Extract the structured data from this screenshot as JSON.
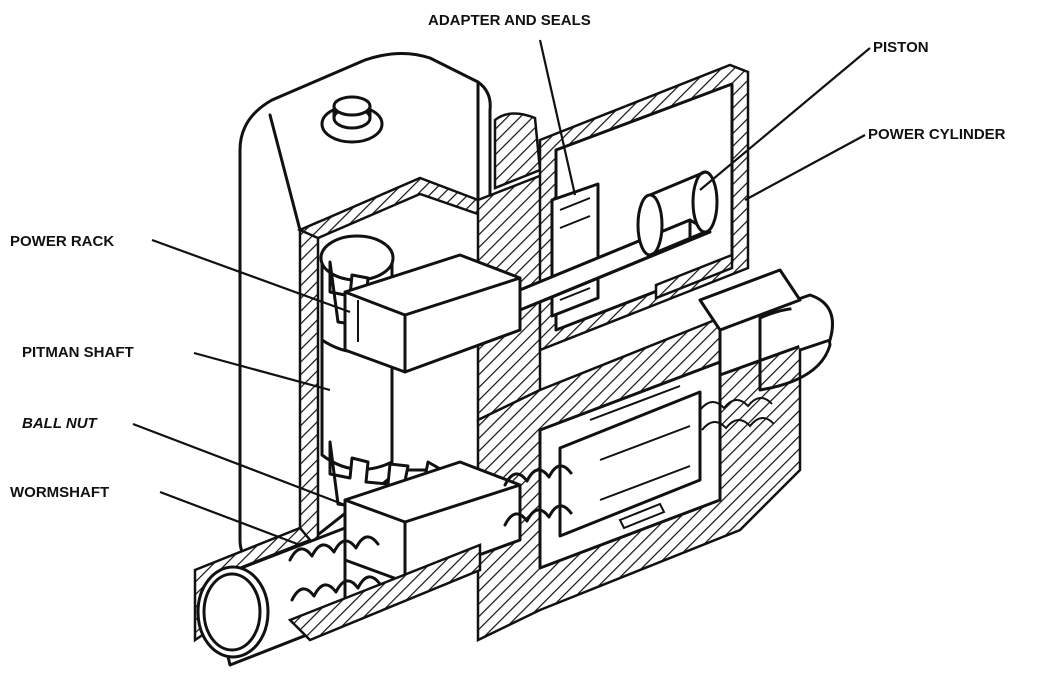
{
  "diagram": {
    "labels": {
      "adapter_and_seals": "ADAPTER AND SEALS",
      "piston": "PISTON",
      "power_cylinder": "POWER CYLINDER",
      "power_rack": "POWER RACK",
      "pitman_shaft": "PITMAN SHAFT",
      "ball_nut": "BALL NUT",
      "wormshaft": "WORMSHAFT"
    },
    "colors": {
      "ink": "#111111",
      "background": "#ffffff"
    }
  }
}
